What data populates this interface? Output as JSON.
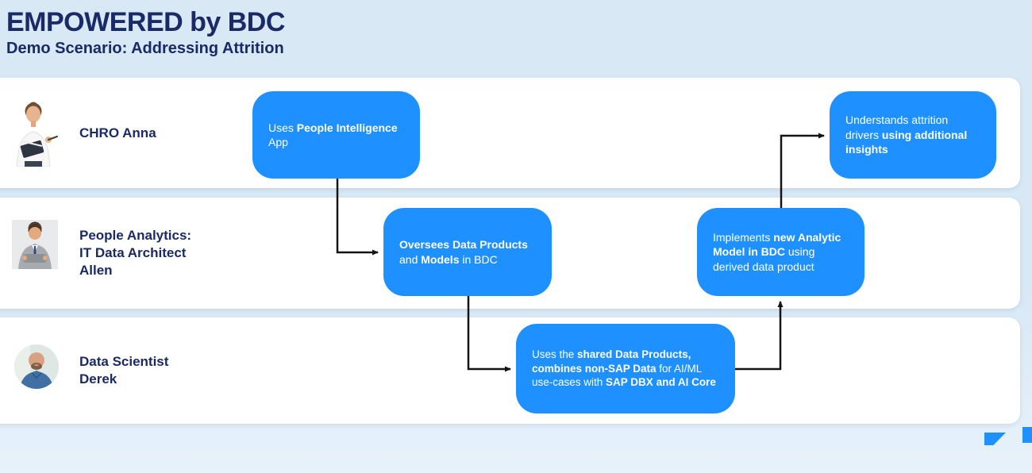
{
  "header": {
    "title": "EMPOWERED by BDC",
    "subtitle": "Demo Scenario: Addressing Attrition"
  },
  "colors": {
    "accent_blue": "#1E90FF",
    "navy_text": "#1A2A66",
    "page_bg_top": "#D8E8F5",
    "page_bg_bottom": "#E7F2FB",
    "lane_bg": "#FFFFFF",
    "arrow_black": "#141414"
  },
  "lanes": [
    {
      "label": "CHRO Anna",
      "photo": "woman-with-notebook-photo"
    },
    {
      "label": "People Analytics:\nIT Data Architect\nAllen",
      "photo": "man-in-suit-arms-crossed-photo"
    },
    {
      "label": "Data Scientist\nDerek",
      "photo": "bearded-man-circular-photo"
    }
  ],
  "boxes": [
    {
      "segments": [
        {
          "text": "Uses ",
          "bold": false
        },
        {
          "text": "People Intelligence",
          "bold": true
        },
        {
          "text": "\nApp",
          "bold": false
        }
      ]
    },
    {
      "segments": [
        {
          "text": "Oversees Data Products",
          "bold": true
        },
        {
          "text": "\nand ",
          "bold": false
        },
        {
          "text": "Models",
          "bold": true
        },
        {
          "text": " in BDC",
          "bold": false
        }
      ]
    },
    {
      "segments": [
        {
          "text": "Uses the ",
          "bold": false
        },
        {
          "text": "shared Data Products,",
          "bold": true
        },
        {
          "text": "\n",
          "bold": false
        },
        {
          "text": "combines non-SAP Data",
          "bold": true
        },
        {
          "text": " for AI/ML\nuse-cases with ",
          "bold": false
        },
        {
          "text": "SAP DBX and AI Core",
          "bold": true
        }
      ]
    },
    {
      "segments": [
        {
          "text": "Implements ",
          "bold": false
        },
        {
          "text": "new Analytic",
          "bold": true
        },
        {
          "text": "\n",
          "bold": false
        },
        {
          "text": "Model in BDC",
          "bold": true
        },
        {
          "text": " using\nderived data product",
          "bold": false
        }
      ]
    },
    {
      "segments": [
        {
          "text": "Understands attrition\ndrivers ",
          "bold": false
        },
        {
          "text": "using additional\ninsights",
          "bold": true
        }
      ]
    }
  ]
}
